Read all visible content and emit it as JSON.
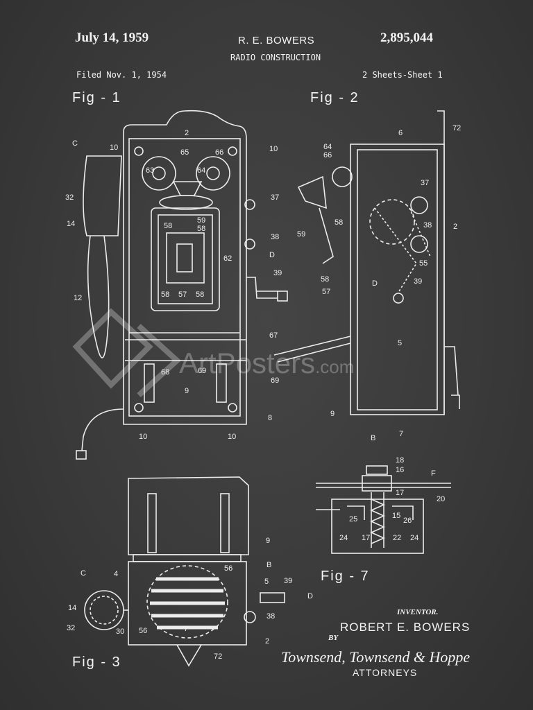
{
  "header": {
    "date": "July 14, 1959",
    "inventor_short": "R. E. BOWERS",
    "patent_number": "2,895,044",
    "title": "RADIO CONSTRUCTION",
    "filed": "Filed Nov. 1, 1954",
    "sheets": "2 Sheets-Sheet 1"
  },
  "figures": {
    "fig1": "Fig - 1",
    "fig2": "Fig - 2",
    "fig3": "Fig - 3",
    "fig7": "Fig - 7"
  },
  "ref_labels": {
    "fig1": [
      "2",
      "10",
      "65",
      "66",
      "10",
      "C",
      "63",
      "64",
      "37",
      "32",
      "14",
      "58",
      "59",
      "58",
      "38",
      "62",
      "D",
      "39",
      "12",
      "58",
      "57",
      "58",
      "67",
      "68",
      "69",
      "9",
      "10",
      "10",
      "8"
    ],
    "fig2": [
      "6",
      "72",
      "64",
      "66",
      "37",
      "58",
      "38",
      "59",
      "2",
      "55",
      "58",
      "D",
      "39",
      "57",
      "5",
      "69",
      "9",
      "B",
      "7"
    ],
    "fig3": [
      "C",
      "4",
      "9",
      "B",
      "56",
      "5",
      "39",
      "D",
      "14",
      "38",
      "32",
      "30",
      "56",
      "7",
      "2",
      "72"
    ],
    "fig7": [
      "18",
      "16",
      "F",
      "17",
      "20",
      "25",
      "15",
      "26",
      "24",
      "17",
      "22",
      "24"
    ]
  },
  "signature": {
    "inventor_label": "INVENTOR.",
    "inventor_name": "ROBERT E. BOWERS",
    "by": "BY",
    "attorneys": "Townsend, Townsend & Hoppe",
    "attorneys_label": "ATTORNEYS"
  },
  "watermark": {
    "brand": "ArtPosters",
    "suffix": ".com"
  },
  "colors": {
    "board": "#3b3b3b",
    "chalk": "#f2f2f2"
  }
}
